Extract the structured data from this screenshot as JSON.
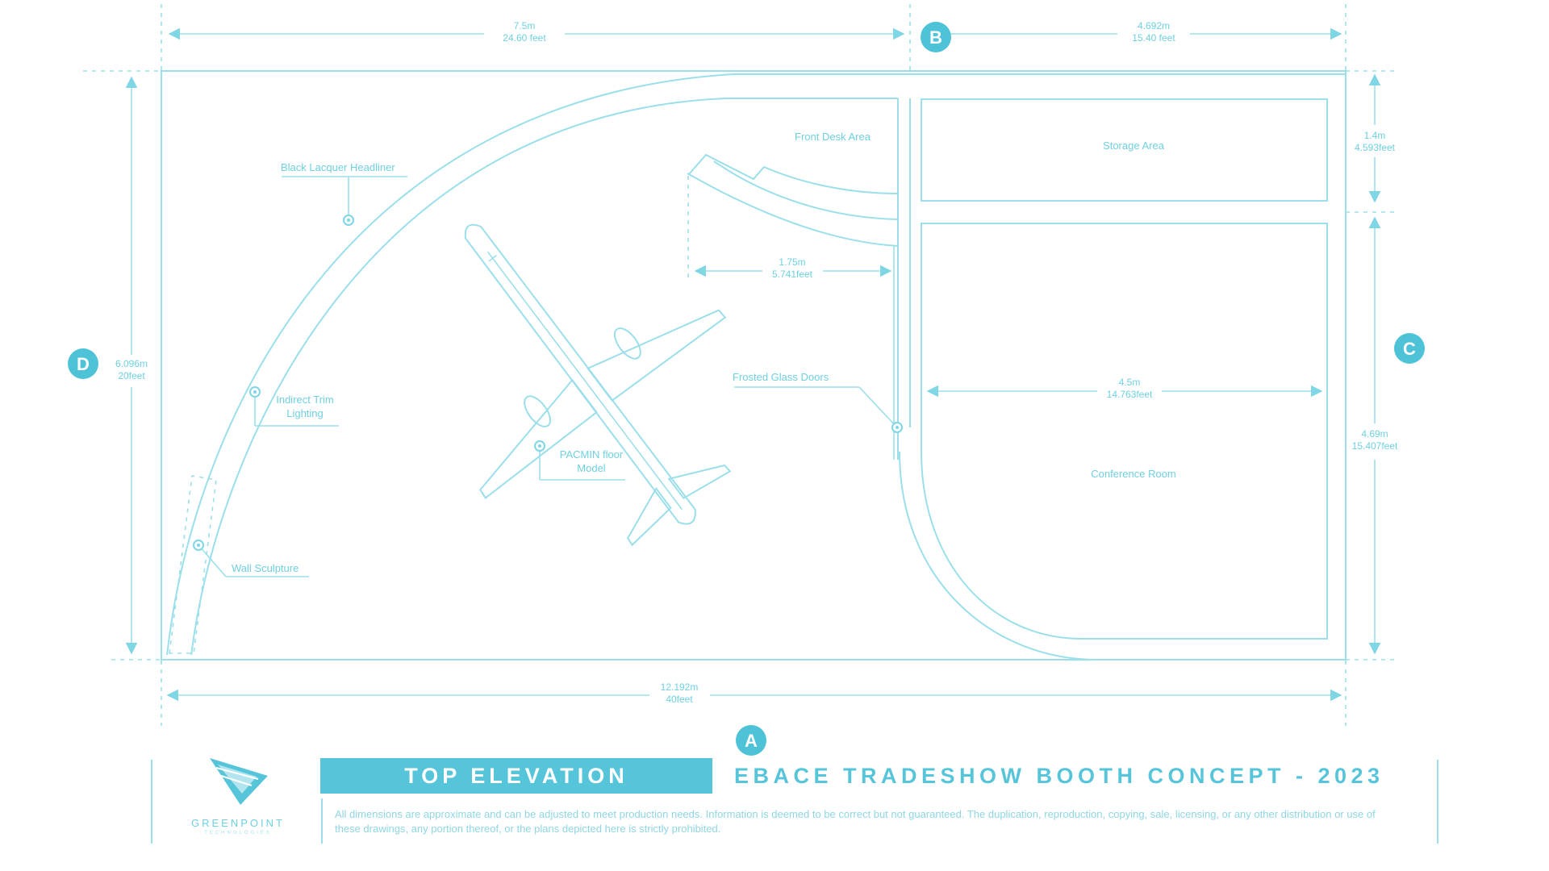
{
  "labels": {
    "black_lacquer_headliner": "Black Lacquer Headliner",
    "indirect_trim_lighting": [
      "Indirect Trim",
      "Lighting"
    ],
    "wall_sculpture": "Wall Sculpture",
    "pacmin_model": [
      "PACMIN floor",
      "Model"
    ],
    "front_desk_area": "Front Desk Area",
    "frosted_glass_doors": "Frosted Glass Doors",
    "storage_area": "Storage Area",
    "conference_room": "Conference Room"
  },
  "dimensions": {
    "top_left": [
      "7.5m",
      "24.60 feet"
    ],
    "top_right": [
      "4.692m",
      "15.40 feet"
    ],
    "left_height": [
      "6.096m",
      "20feet"
    ],
    "storage_height": [
      "1.4m",
      "4.593feet"
    ],
    "conference_height": [
      "4.69m",
      "15.407feet"
    ],
    "front_desk_width": [
      "1.75m",
      "5.741feet"
    ],
    "conference_width": [
      "4.5m",
      "14.763feet"
    ],
    "bottom_total": [
      "12.192m",
      "40feet"
    ]
  },
  "badges": {
    "a": "A",
    "b": "B",
    "c": "C",
    "d": "D"
  },
  "title_block": {
    "title": "TOP ELEVATION",
    "project": "EBACE TRADESHOW BOOTH CONCEPT - 2023",
    "note": "All dimensions are approximate and can be adjusted to meet production needs. Information is deemed to be correct but not guaranteed. The duplication, reproduction, copying, sale, licensing, or any other distribution or use of these drawings, any portion thereof, or the plans depicted here is strictly prohibited."
  },
  "logo": {
    "name": "GREENPOINT",
    "sub": "TECHNOLOGIES"
  },
  "colors": {
    "accent": "#56c5da",
    "line": "#9bdfea",
    "text": "#6fd0e0"
  }
}
